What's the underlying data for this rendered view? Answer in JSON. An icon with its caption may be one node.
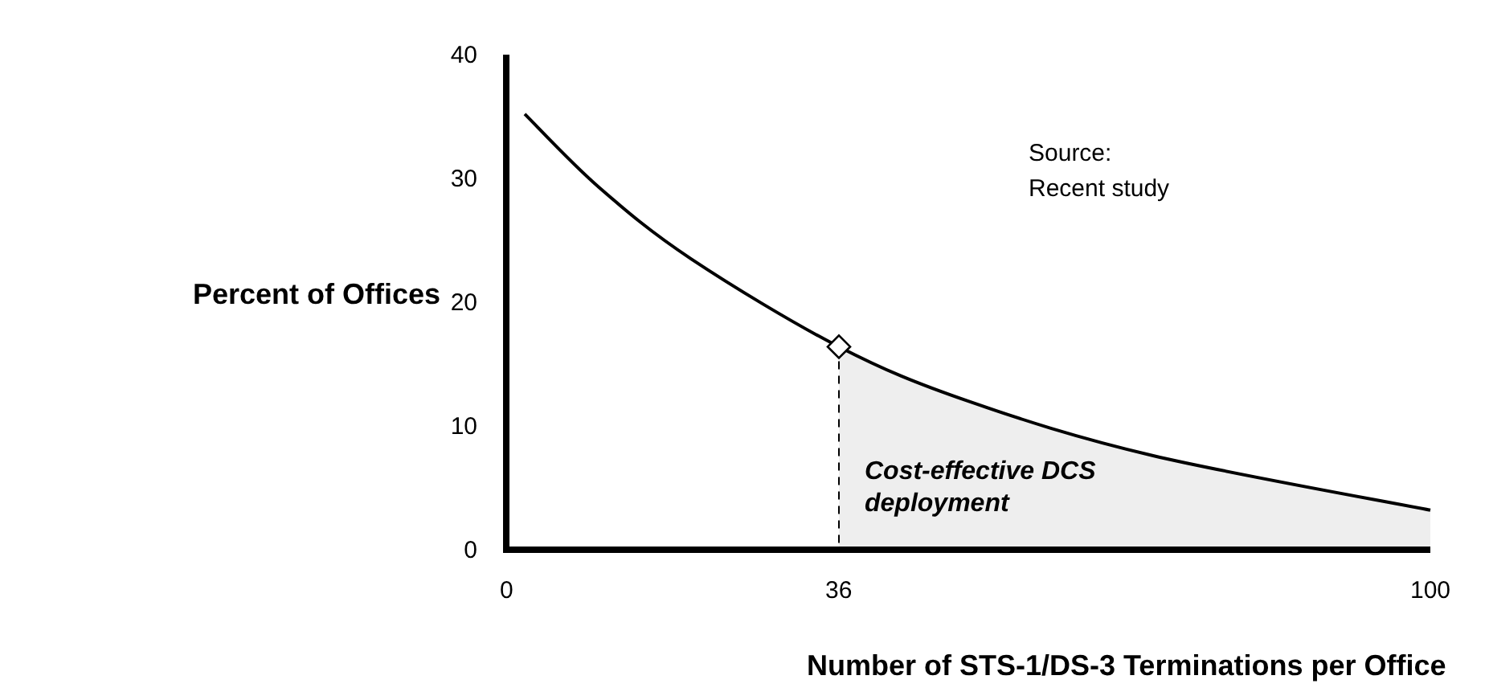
{
  "diagram": {
    "labels": [
      "Source: Recent study"
    ],
    "chart_data": {
      "type": "line",
      "xlabel": "Number of STS-1/DS-3 Terminations per Office",
      "ylabel": "Percent of Offices",
      "x": [
        2,
        10,
        20,
        36,
        50,
        70,
        100
      ],
      "series": [
        {
          "color": "#000000",
          "values": [
            35.2,
            29.3,
            23.5,
            16.4,
            12.0,
            7.6,
            3.2
          ]
        }
      ],
      "xlim": [
        0,
        100
      ],
      "ylim": [
        0,
        40
      ],
      "xticks": [
        0,
        36,
        100
      ],
      "yticks": [
        0,
        10,
        20,
        30,
        40
      ],
      "ref_lines": [
        {
          "axis": "x",
          "value": 36
        }
      ],
      "annotations": [
        "Cost-effective DCS deployment"
      ]
    }
  }
}
